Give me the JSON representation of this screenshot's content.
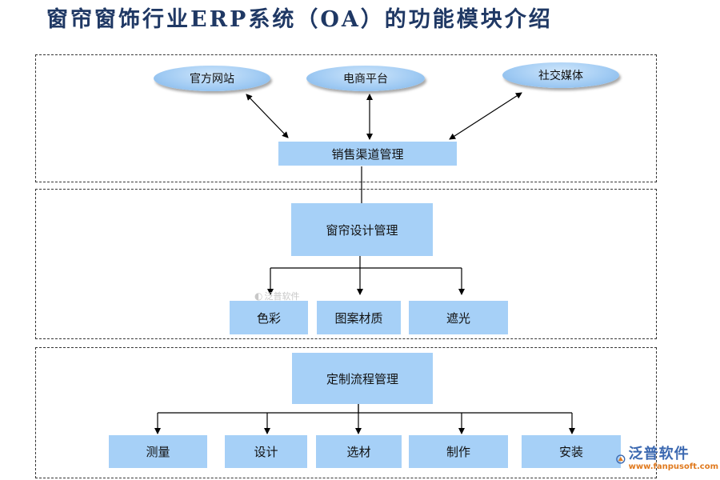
{
  "title": "窗帘窗饰行业ERP系统（OA）的功能模块介绍",
  "channels": {
    "website": "官方网站",
    "ecommerce": "电商平台",
    "social": "社交媒体",
    "sales": "销售渠道管理"
  },
  "design": {
    "main": "窗帘设计管理",
    "color": "色彩",
    "pattern": "图案材质",
    "shading": "遮光"
  },
  "custom": {
    "main": "定制流程管理",
    "measure": "测量",
    "design": "设计",
    "material": "选材",
    "make": "制作",
    "install": "安装"
  },
  "watermark": "泛普软件",
  "logo": {
    "name": "泛普软件",
    "url": "www.fanpusoft.com"
  },
  "colors": {
    "box": "#a6d0f7",
    "title": "#1f3864",
    "logo_blue": "#3b68b0",
    "logo_orange": "#e07a1f"
  }
}
